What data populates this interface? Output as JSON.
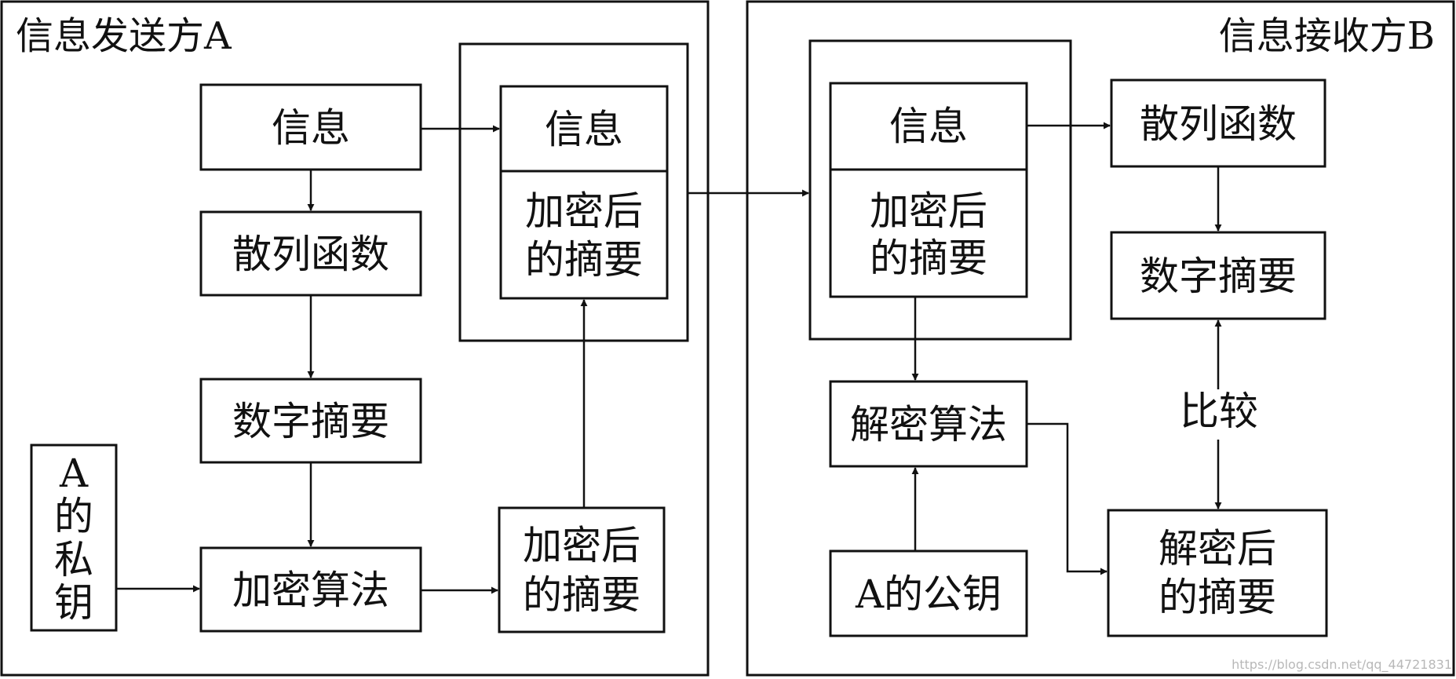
{
  "sender": {
    "title": "信息发送方A",
    "info": "信息",
    "hash": "散列函数",
    "digest": "数字摘要",
    "private_key": [
      "A",
      "的",
      "私",
      "钥"
    ],
    "encrypt": "加密算法",
    "enc_digest": [
      "加密后",
      "的摘要"
    ],
    "packet_info": "信息",
    "packet_digest": [
      "加密后",
      "的摘要"
    ]
  },
  "receiver": {
    "title": "信息接收方B",
    "packet_info": "信息",
    "packet_digest": [
      "加密后",
      "的摘要"
    ],
    "hash": "散列函数",
    "digest": "数字摘要",
    "compare": "比较",
    "decrypt": "解密算法",
    "public_key": "A的公钥",
    "dec_digest": [
      "解密后",
      "的摘要"
    ]
  },
  "watermark": "https://blog.csdn.net/qq_44721831"
}
